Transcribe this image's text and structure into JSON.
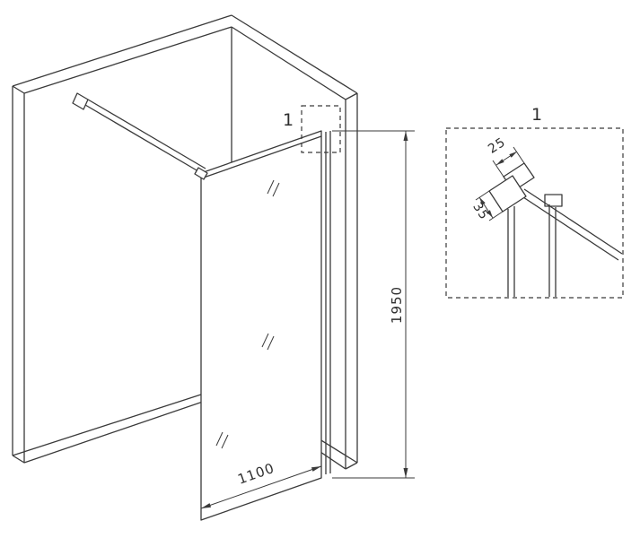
{
  "drawing": {
    "dimensions": {
      "height": "1950",
      "width": "1100"
    },
    "callout": {
      "label": "1"
    },
    "detail": {
      "label": "1",
      "dim_depth": "25",
      "dim_width": "35"
    },
    "colors": {
      "line": "#3a3a3a",
      "background": "#ffffff"
    }
  }
}
